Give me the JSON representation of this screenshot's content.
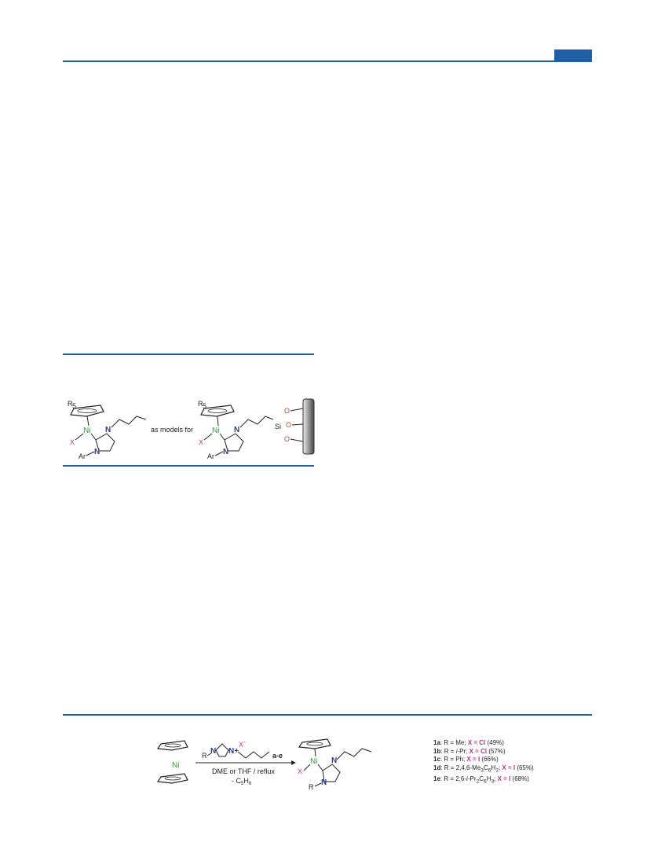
{
  "colors": {
    "accent": "#1f5fa6",
    "nickel": "#2e9b3c",
    "nitrogen": "#2d3a8c",
    "halide": "#b0348a",
    "oxygen": "#d23a32"
  },
  "figure1": {
    "r_label": "R",
    "r_sub": "5",
    "ni": "Ni",
    "n": "N",
    "x": "X",
    "ar": "Ar",
    "caption_mid": "as models for",
    "si": "Si",
    "o": "O"
  },
  "scheme": {
    "ni": "Ni",
    "reagent_anion": "X",
    "reagent_anion_sup": "-",
    "n": "N",
    "n_plus": "N+",
    "r": "R",
    "letters": "a-e",
    "cond1": "DME or THF / reflux",
    "cond2_pre": "- C",
    "cond2_sub1": "5",
    "cond2_mid": "H",
    "cond2_sub2": "6",
    "x": "X"
  },
  "legend": [
    {
      "id": "1a",
      "r": "R = Me",
      "x": "X = Cl",
      "yield": "(49%)"
    },
    {
      "id": "1b",
      "r_pre": "R = ",
      "r_it": "i",
      "r_post": "-Pr",
      "x": "X = Cl",
      "yield": "(57%)"
    },
    {
      "id": "1c",
      "r": "R = Ph",
      "x": "X = I",
      "yield": "(66%)"
    },
    {
      "id": "1d",
      "r": "R = 2,4,6-Me",
      "sub1": "3",
      "mid": "C",
      "sub2": "6",
      "end": "H",
      "sub3": "2",
      "x": "X = I",
      "yield": "(65%)"
    },
    {
      "id": "1e",
      "r_pre": "R = 2,6-",
      "r_it": "i",
      "r_post": "-Pr",
      "sub1": "2",
      "mid": "C",
      "sub2": "6",
      "end": "H",
      "sub3": "3",
      "x": "X = I",
      "yield": "(68%)"
    }
  ]
}
